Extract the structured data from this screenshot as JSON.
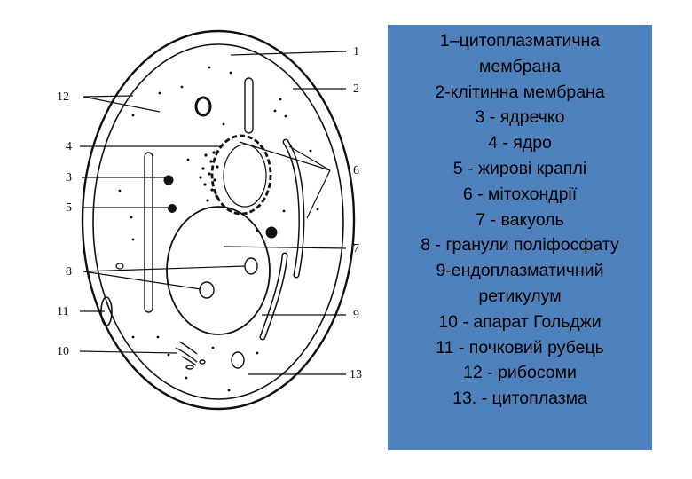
{
  "diagram": {
    "callouts": [
      "1",
      "2",
      "3",
      "4",
      "5",
      "6",
      "7",
      "8",
      "9",
      "10",
      "11",
      "12",
      "13"
    ]
  },
  "legend": {
    "lines": [
      "1–цитоплазматична",
      "мембрана",
      "2-клітинна мембрана",
      "3 - ядречко",
      "4 - ядро",
      "5 - жирові краплі",
      "6 - мітохондрії",
      "7 - вакуоль",
      "8 - гранули поліфосфату",
      "9-ендоплазматичний",
      "ретикулум",
      "10 - апарат Гольджи",
      "11 - почковий рубець",
      "12 - рибосоми",
      "13. - цитоплазма"
    ]
  },
  "colors": {
    "panel_background": "#4f81bd",
    "ink": "#111111",
    "panel_text": "#000000"
  }
}
